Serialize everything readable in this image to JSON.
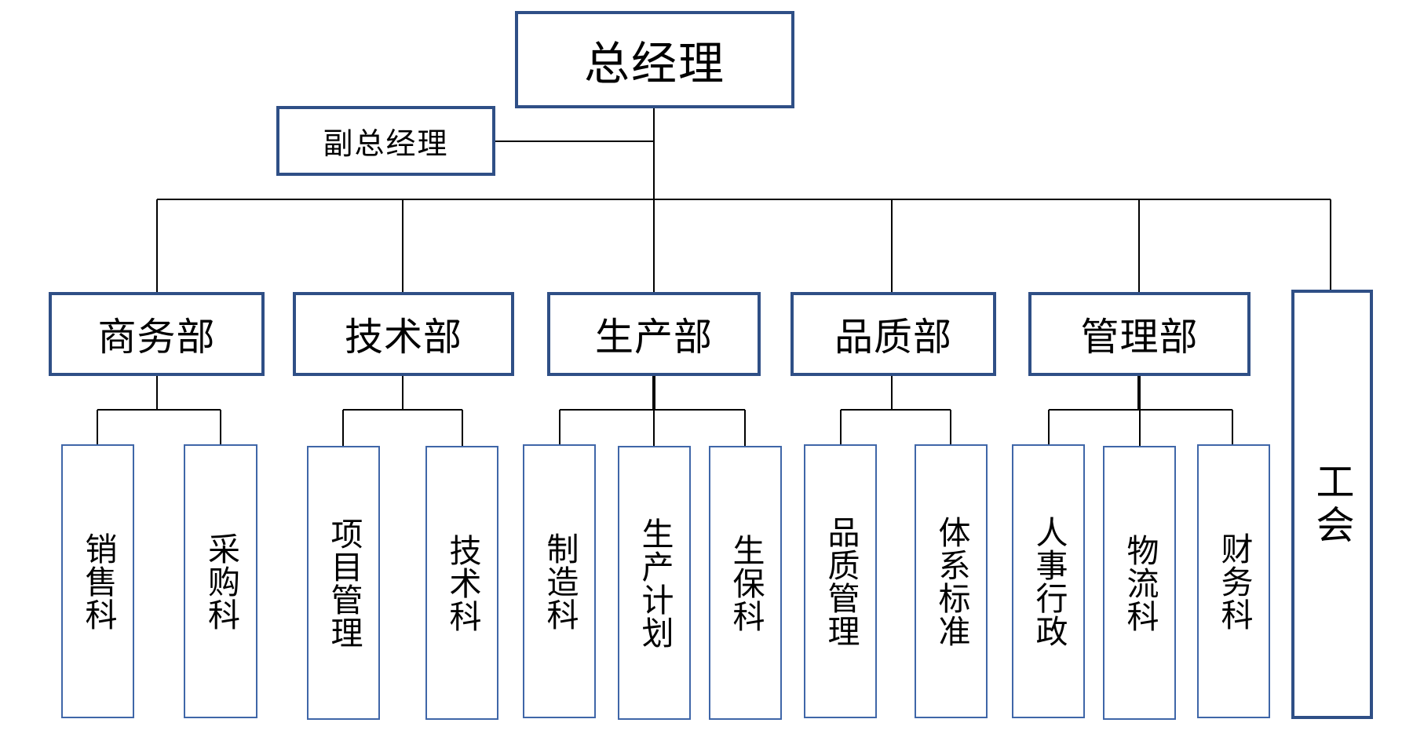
{
  "colors": {
    "box_border": "#2f4f86",
    "leaf_border": "#3f66a8",
    "line": "#000000"
  },
  "top": {
    "label": "总经理"
  },
  "deputy": {
    "label": "副总经理"
  },
  "departments": [
    {
      "label": "商务部",
      "sections": [
        "销售科",
        "采购科"
      ]
    },
    {
      "label": "技术部",
      "sections": [
        "项目管理",
        "技术科"
      ]
    },
    {
      "label": "生产部",
      "sections": [
        "制造科",
        "生产计划",
        "生保科"
      ]
    },
    {
      "label": "品质部",
      "sections": [
        "品质管理",
        "体系标准"
      ]
    },
    {
      "label": "管理部",
      "sections": [
        "人事行政",
        "物流科",
        "财务科"
      ]
    }
  ],
  "union": {
    "label": "工会"
  }
}
